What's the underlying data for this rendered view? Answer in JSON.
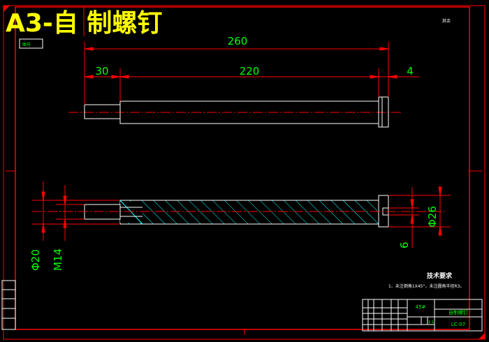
{
  "title": "A3-自 制螺钉",
  "sheet_tag": "图号",
  "colors": {
    "border": "#ff0000",
    "outline": "#ffffff",
    "dimension": "#00ff00",
    "hatch": "#00ffff",
    "title": "#ffff00",
    "centerline": "#ff0000"
  },
  "top_view": {
    "dims": {
      "overall": "260",
      "left": "30",
      "middle": "220",
      "right": "4"
    }
  },
  "section_view": {
    "dims": {
      "dia_body": "Φ20",
      "thread": "M14",
      "dia_head": "Φ26",
      "slot": "6"
    }
  },
  "corner_mark": "其余",
  "tech_requirements": {
    "heading": "技术要求",
    "line1": "1、未注倒角1X45°，未注圆角半径R3。"
  },
  "title_block": {
    "material": "45#",
    "part_name": "自制螺钉",
    "drawing_no": "LC-07",
    "scale": "1:1"
  }
}
